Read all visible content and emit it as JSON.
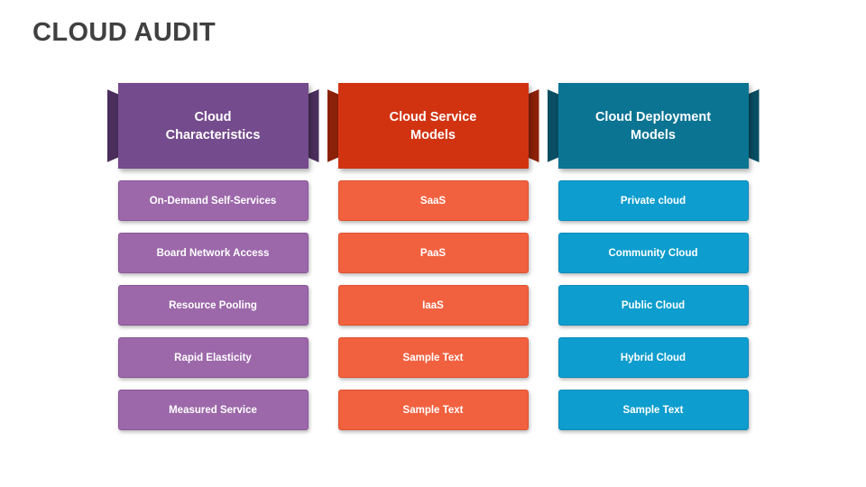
{
  "slide": {
    "title": "CLOUD AUDIT",
    "background_color": "#ffffff",
    "title_color": "#404040"
  },
  "columns": [
    {
      "key": "cloud-characteristics",
      "header": "Cloud\nCharacteristics",
      "header_line1": "Cloud",
      "header_line2": "Characteristics",
      "header_color": "#744B8C",
      "wing_color": "#4B2E5C",
      "row_color": "#9C68AA",
      "items": [
        "On-Demand Self-Services",
        "Board Network Access",
        "Resource Pooling",
        "Rapid Elasticity",
        "Measured Service"
      ]
    },
    {
      "key": "cloud-service-models",
      "header": "Cloud Service\nModels",
      "header_line1": "Cloud Service",
      "header_line2": "Models",
      "header_color": "#D13311",
      "wing_color": "#8C2109",
      "row_color": "#F2613F",
      "items": [
        "SaaS",
        "PaaS",
        "IaaS",
        "Sample Text",
        "Sample Text"
      ]
    },
    {
      "key": "cloud-deployment-models",
      "header": "Cloud Deployment\nModels",
      "header_line1": "Cloud Deployment",
      "header_line2": "Models",
      "header_color": "#0B7493",
      "wing_color": "#0A4E63",
      "row_color": "#0D9DCE",
      "items": [
        "Private cloud",
        "Community Cloud",
        "Public Cloud",
        "Hybrid Cloud",
        "Sample Text"
      ]
    }
  ]
}
